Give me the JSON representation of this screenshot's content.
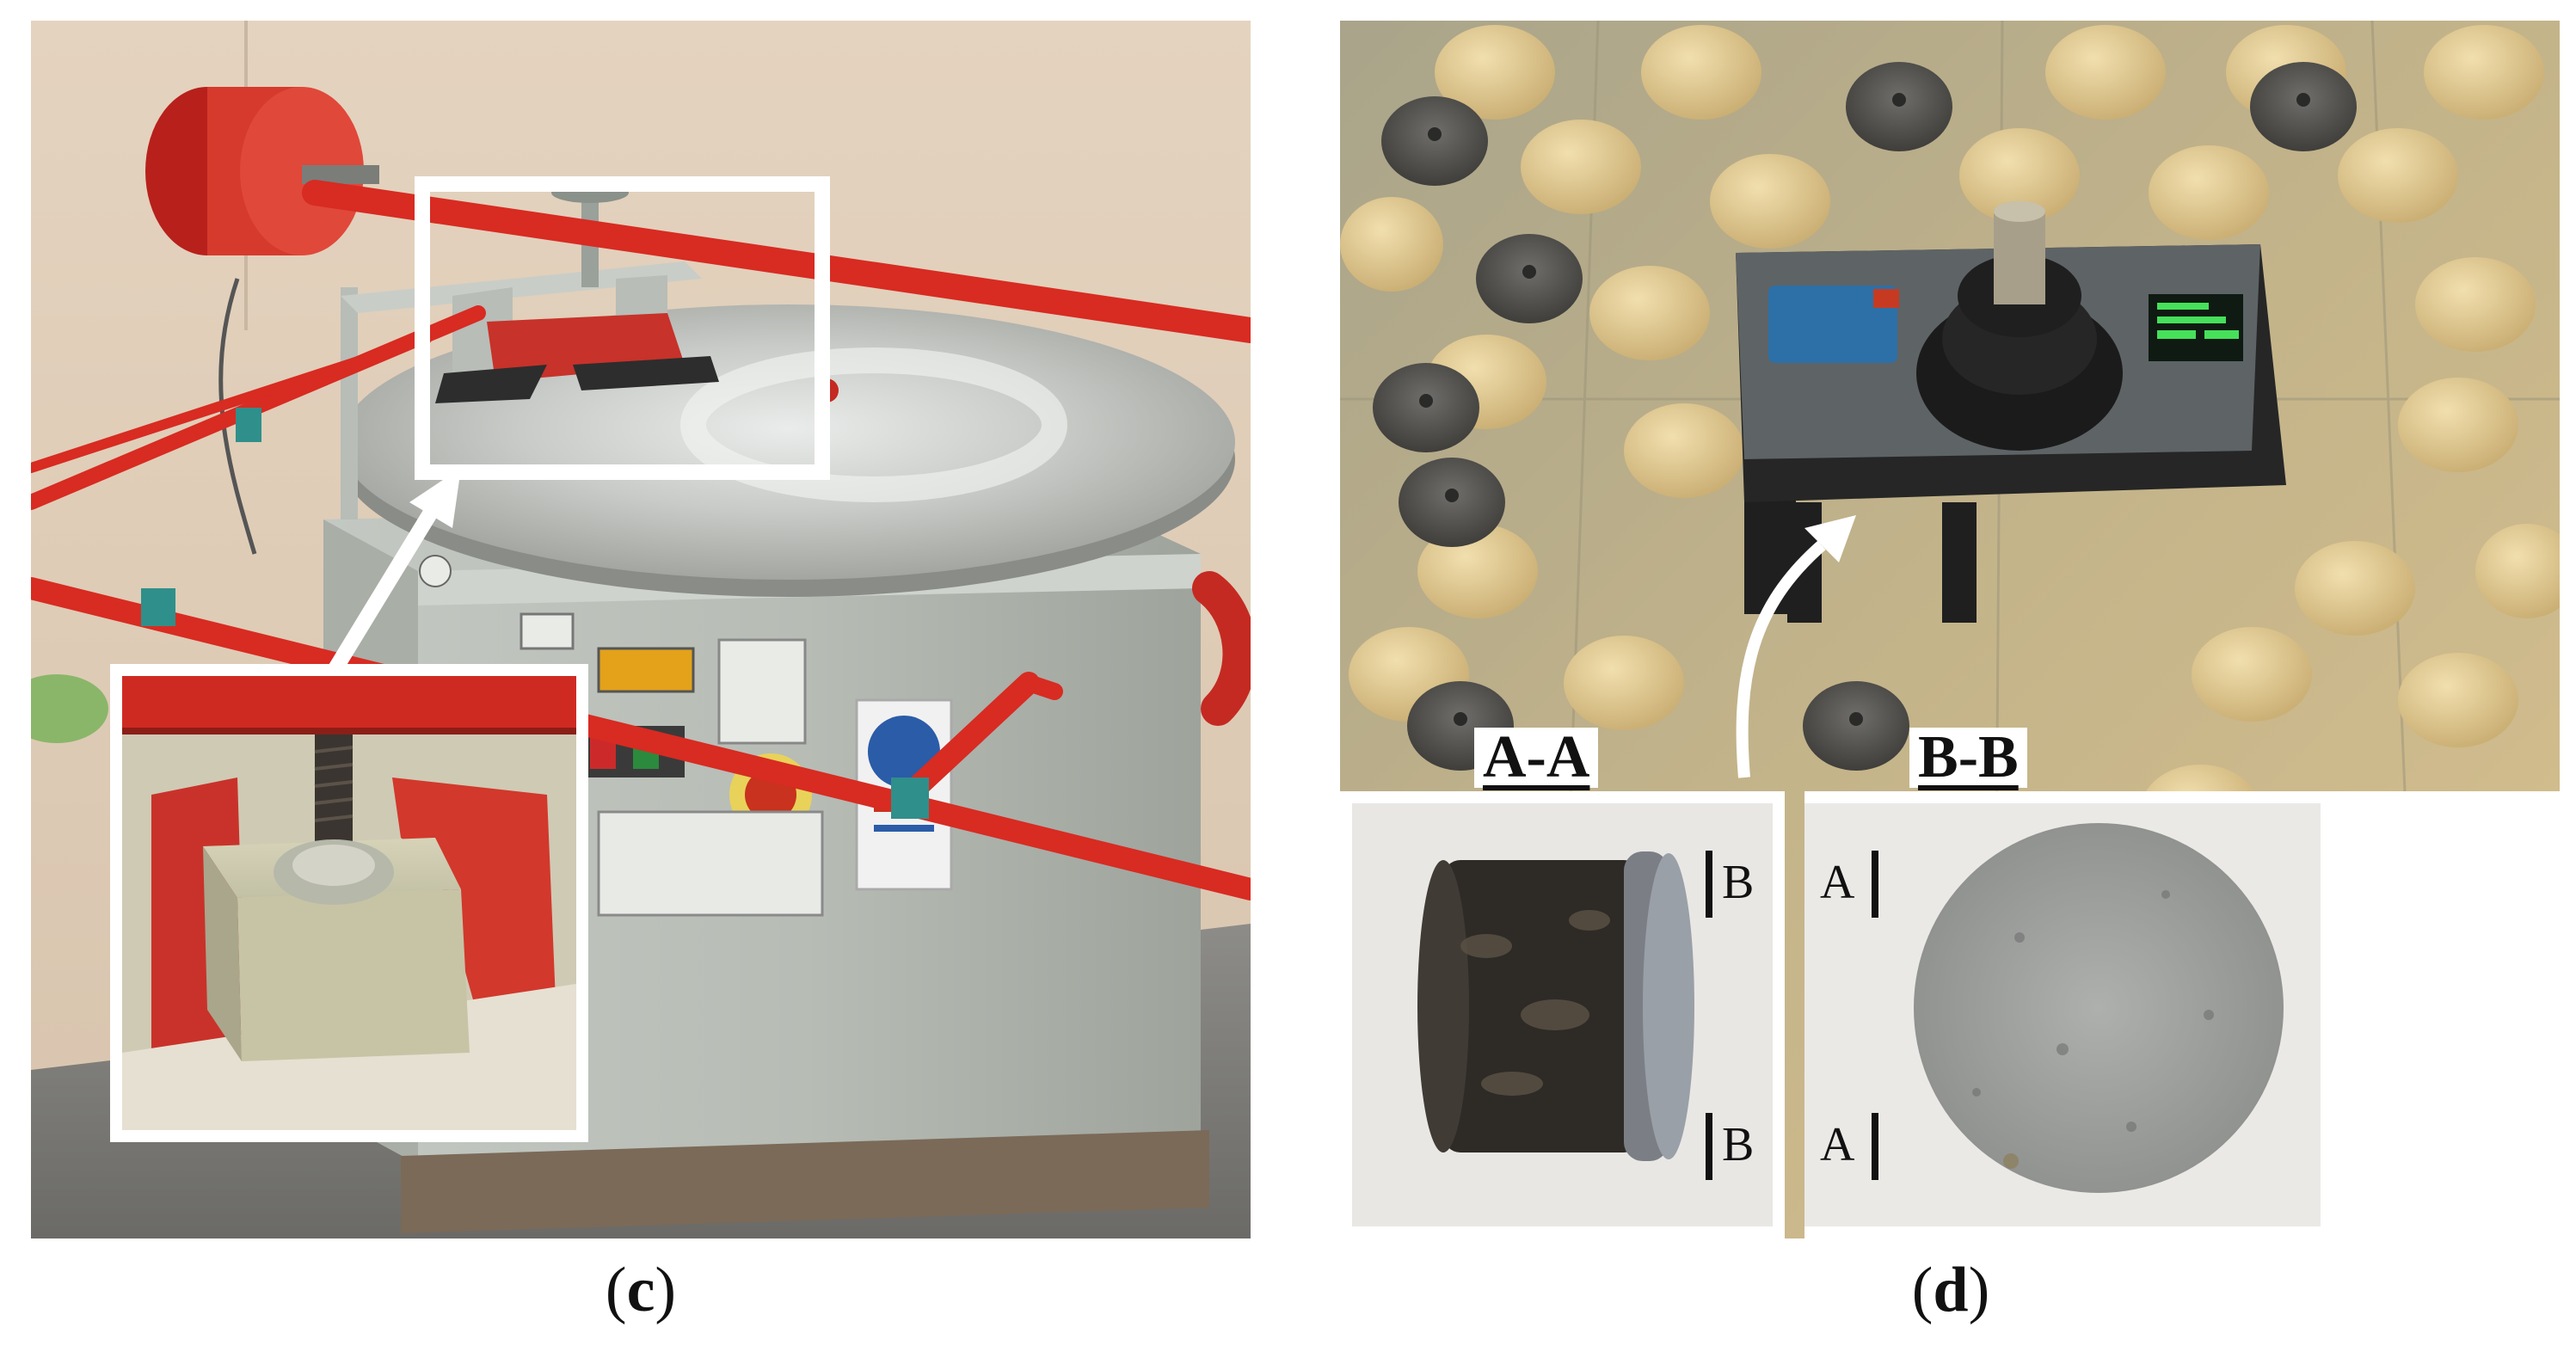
{
  "panels": [
    {
      "id": "c",
      "label": "c"
    },
    {
      "id": "d",
      "label": "d"
    }
  ],
  "sections": {
    "aa": "A-A",
    "bb": "B-B"
  },
  "cut_marks": {
    "left_top": "B",
    "left_bottom": "B",
    "right_top": "A",
    "right_bottom": "A"
  }
}
